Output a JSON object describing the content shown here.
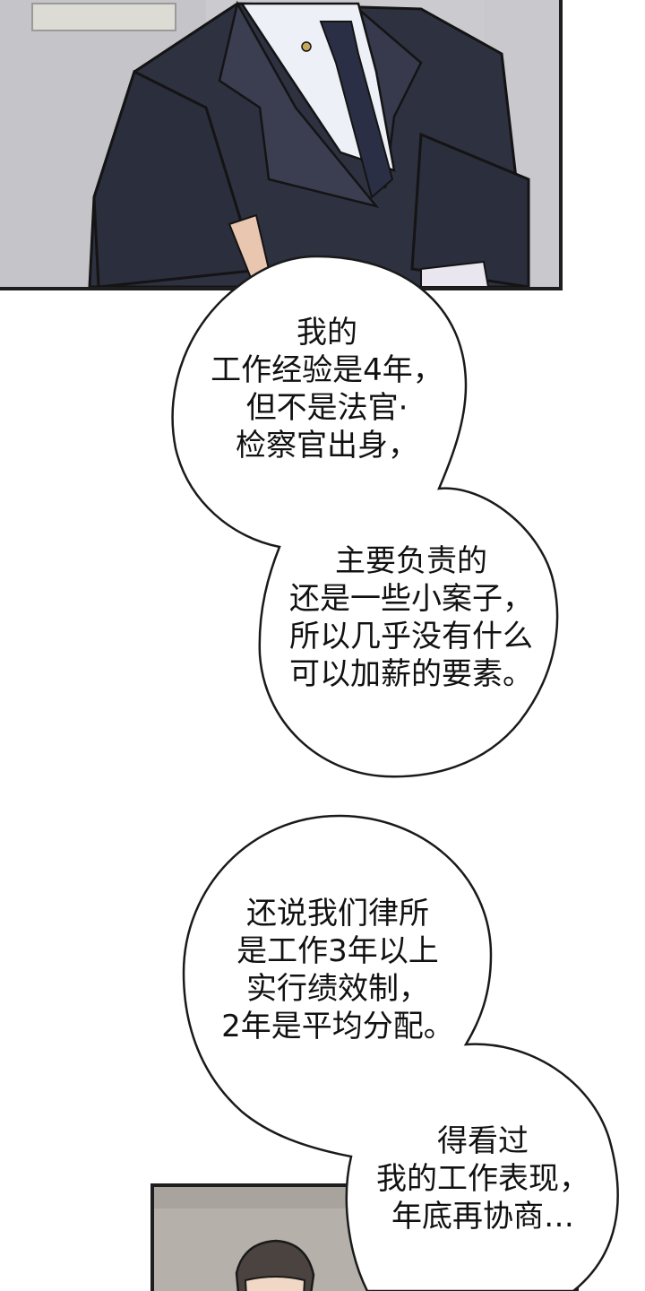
{
  "bubbles": [
    {
      "lines": [
        "我的",
        "工作经验是4年，",
        "但不是法官·",
        "检察官出身，"
      ]
    },
    {
      "lines": [
        "主要负责的",
        "还是一些小案子，",
        "所以几乎没有什么",
        "可以加薪的要素。"
      ]
    },
    {
      "lines": [
        "还说我们律所",
        "是工作3年以上",
        "实行绩效制，",
        "2年是平均分配。"
      ]
    },
    {
      "lines": [
        "得看过",
        "我的工作表现，",
        "年底再协商…"
      ]
    }
  ],
  "colors": {
    "suit": "#2e3140",
    "shirt": "#eef0f7",
    "tie": "#2a2f45",
    "wall": "#cfcfd3",
    "outline": "#1e1e1e"
  },
  "icons": [
    "speech-bubble"
  ]
}
